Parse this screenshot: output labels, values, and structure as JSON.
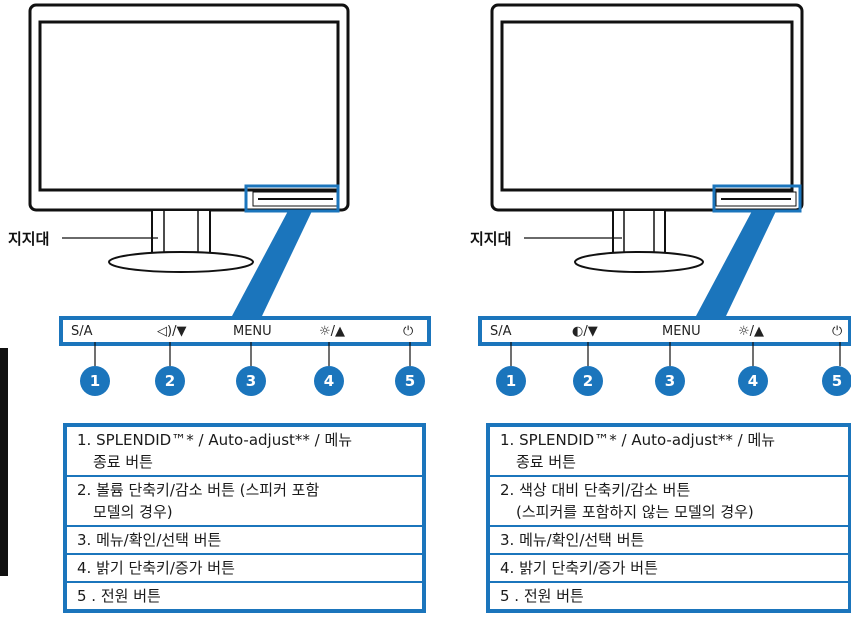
{
  "left_panel": {
    "stand_label": "지지대",
    "buttons": {
      "b1": "S/A",
      "b2": "◁)/▼",
      "b3": "MENU",
      "b4": "☼/▲",
      "b5": "⏻"
    },
    "badges": [
      "1",
      "2",
      "3",
      "4",
      "5"
    ],
    "descriptions": {
      "d1_line1": "1. SPLENDID™* / Auto-adjust** / 메뉴",
      "d1_line2": "종료 버튼",
      "d2_line1": "2. 볼륨 단축키/감소 버튼 (스피커 포함",
      "d2_line2": "모델의 경우)",
      "d3": "3. 메뉴/확인/선택 버튼",
      "d4": "4. 밝기 단축키/증가 버튼",
      "d5": "5 . 전원 버튼"
    }
  },
  "right_panel": {
    "stand_label": "지지대",
    "buttons": {
      "b1": "S/A",
      "b2": "◐/▼",
      "b3": "MENU",
      "b4": "☼/▲",
      "b5": "⏻"
    },
    "badges": [
      "1",
      "2",
      "3",
      "4",
      "5"
    ],
    "descriptions": {
      "d1_line1": "1. SPLENDID™* / Auto-adjust** / 메뉴",
      "d1_line2": "종료 버튼",
      "d2_line1": "2. 색상 대비 단축키/감소 버튼",
      "d2_line2": "(스피커를 포함하지 않는 모델의 경우)",
      "d3": "3. 메뉴/확인/선택 버튼",
      "d4": "4. 밝기 단축키/증가 버튼",
      "d5": "5 . 전원 버튼"
    }
  },
  "colors": {
    "accent": "#1b75bc",
    "ink": "#111111"
  }
}
